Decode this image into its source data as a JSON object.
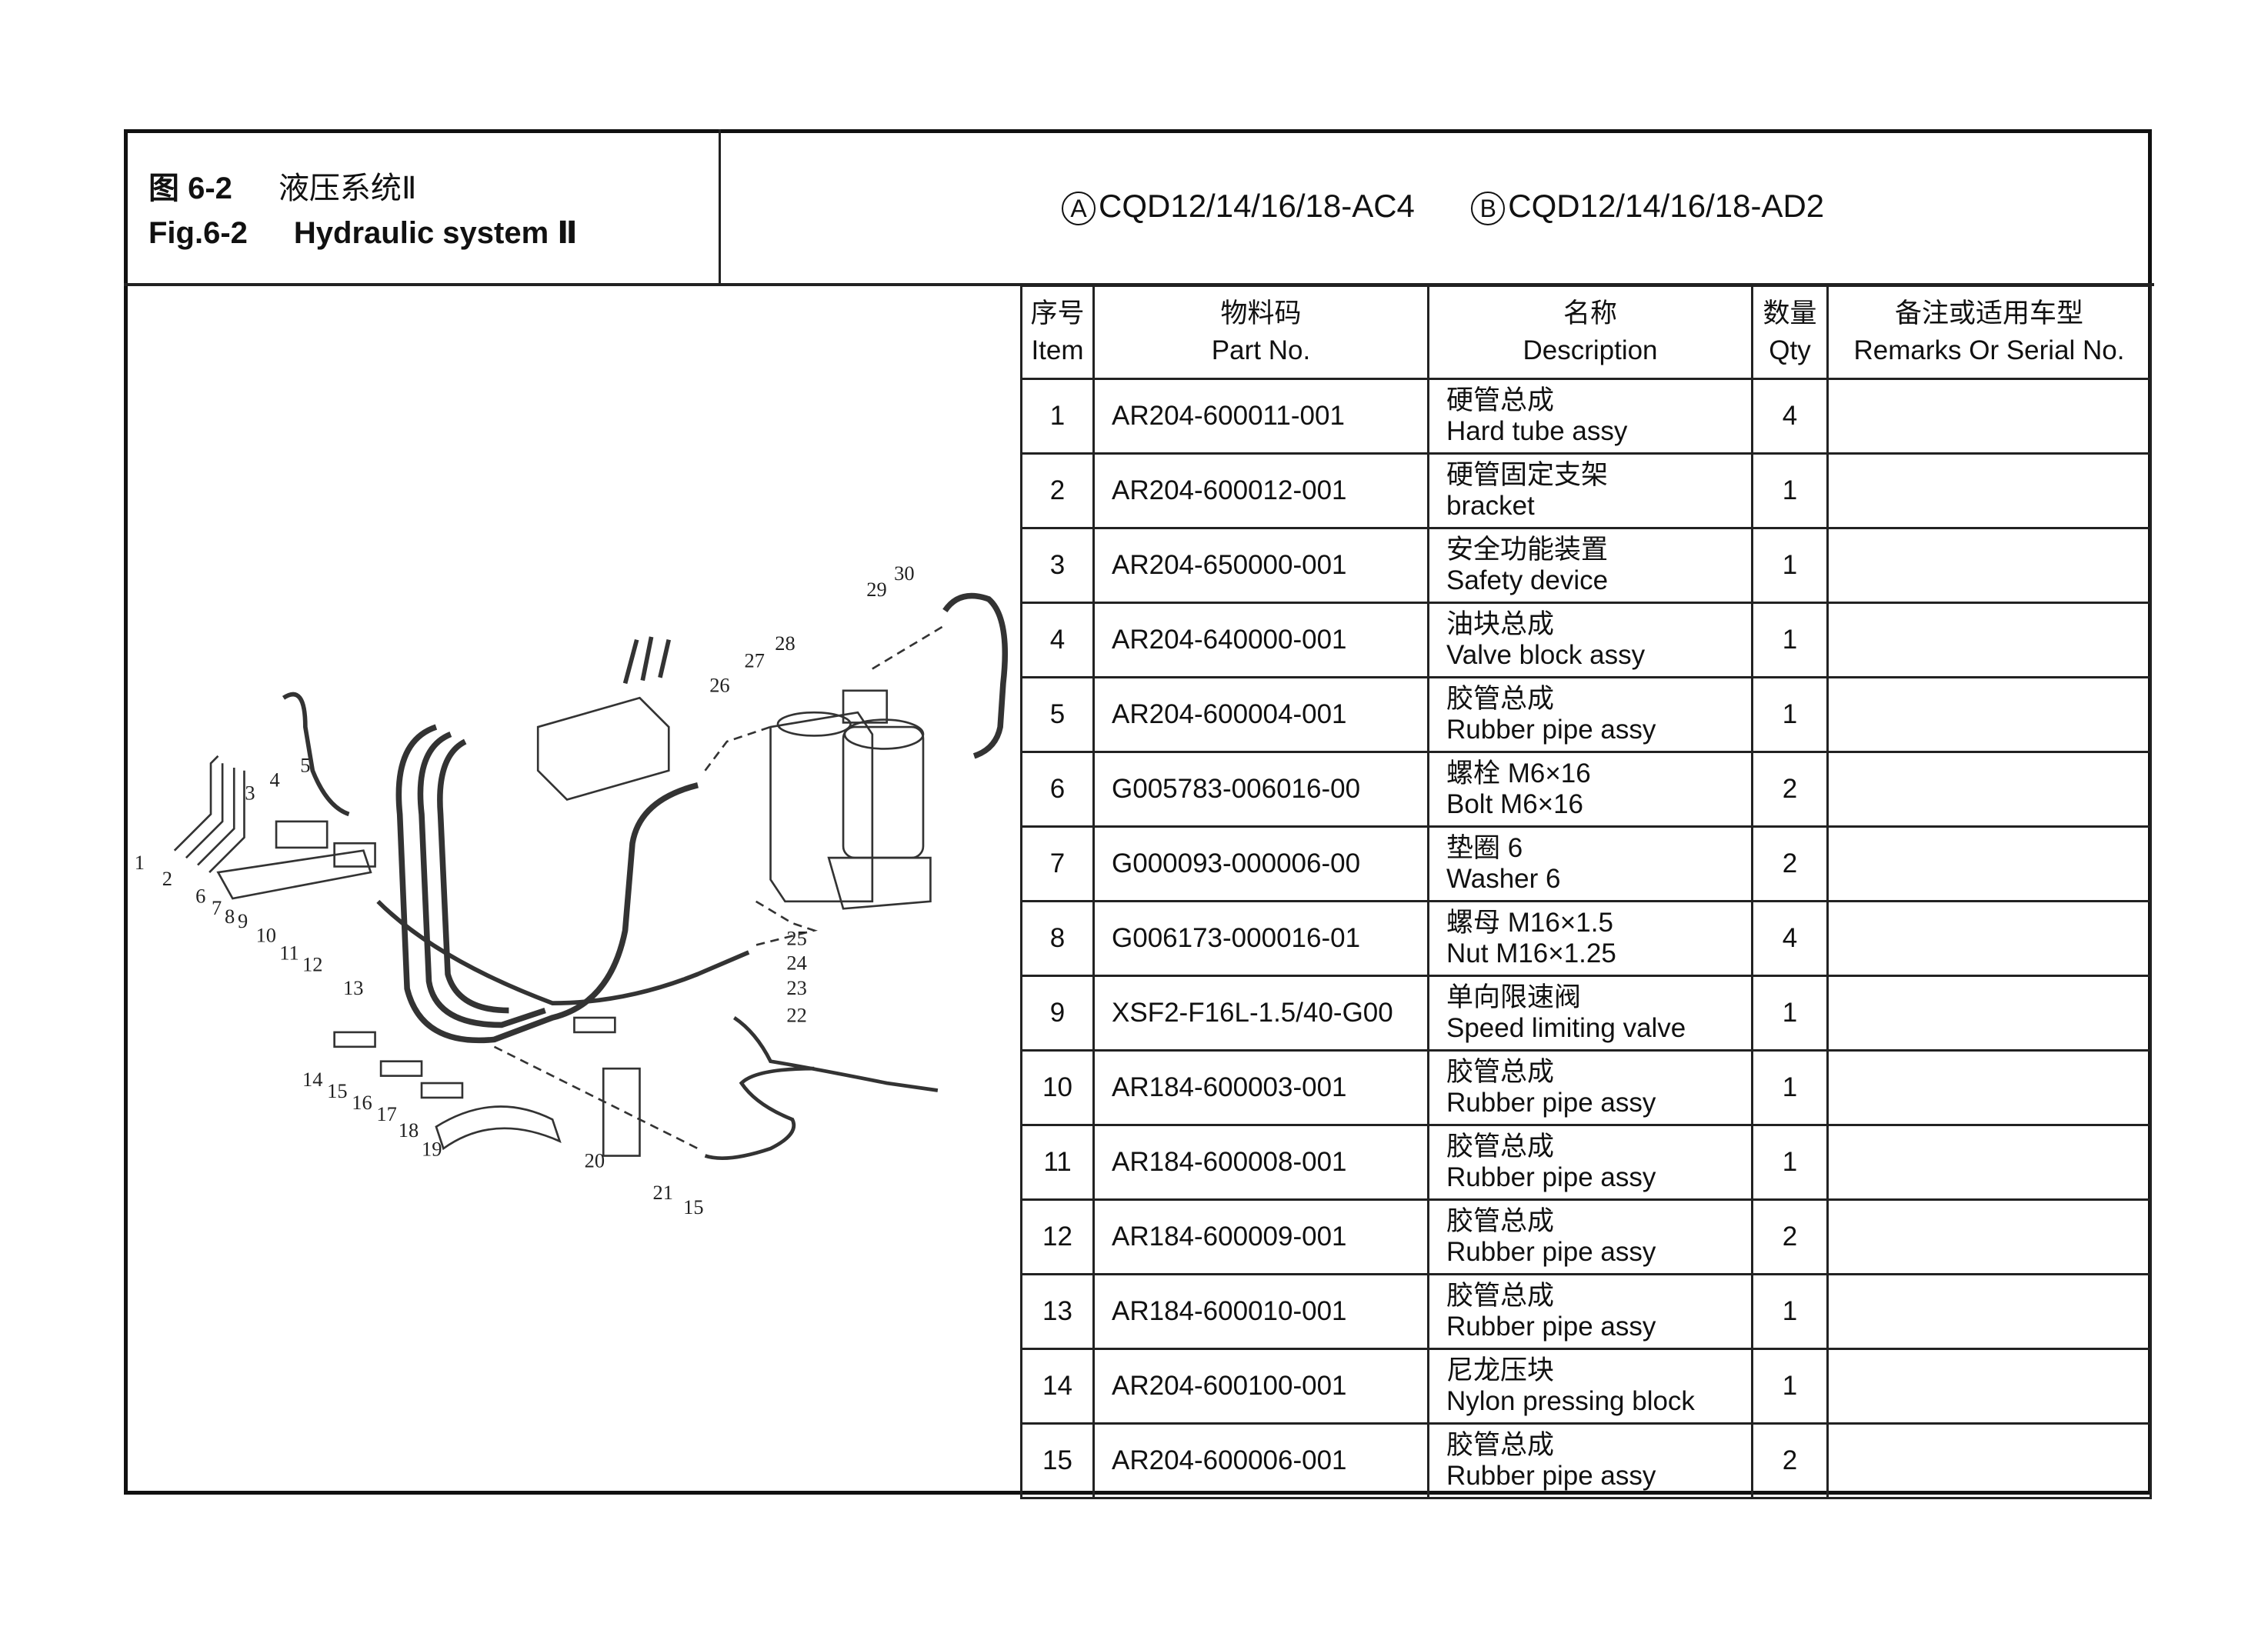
{
  "header": {
    "fig_cn_label": "图 6-2",
    "fig_cn_title": "液压系统Ⅱ",
    "fig_en_label": "Fig.6-2",
    "fig_en_title": "Hydraulic system Ⅱ",
    "models": [
      {
        "mark": "A",
        "name": "CQD12/14/16/18-AC4"
      },
      {
        "mark": "B",
        "name": "CQD12/14/16/18-AD2"
      }
    ]
  },
  "table": {
    "columns": [
      {
        "cn": "序号",
        "en": "Item"
      },
      {
        "cn": "物料码",
        "en": "Part No."
      },
      {
        "cn": "名称",
        "en": "Description"
      },
      {
        "cn": "数量",
        "en": "Qty"
      },
      {
        "cn": "备注或适用车型",
        "en": "Remarks Or Serial No."
      }
    ],
    "rows": [
      {
        "item": "1",
        "part": "AR204-600011-001",
        "cn": "硬管总成",
        "en": "Hard tube assy",
        "qty": "4",
        "remarks": ""
      },
      {
        "item": "2",
        "part": "AR204-600012-001",
        "cn": "硬管固定支架",
        "en": "bracket",
        "qty": "1",
        "remarks": ""
      },
      {
        "item": "3",
        "part": "AR204-650000-001",
        "cn": "安全功能装置",
        "en": "Safety device",
        "qty": "1",
        "remarks": ""
      },
      {
        "item": "4",
        "part": "AR204-640000-001",
        "cn": "油块总成",
        "en": "Valve block assy",
        "qty": "1",
        "remarks": ""
      },
      {
        "item": "5",
        "part": "AR204-600004-001",
        "cn": "胶管总成",
        "en": "Rubber pipe assy",
        "qty": "1",
        "remarks": ""
      },
      {
        "item": "6",
        "part": "G005783-006016-00",
        "cn": "螺栓 M6×16",
        "en": "Bolt M6×16",
        "qty": "2",
        "remarks": ""
      },
      {
        "item": "7",
        "part": "G000093-000006-00",
        "cn": "垫圈 6",
        "en": "Washer 6",
        "qty": "2",
        "remarks": ""
      },
      {
        "item": "8",
        "part": "G006173-000016-01",
        "cn": "螺母 M16×1.5",
        "en": "Nut M16×1.25",
        "qty": "4",
        "remarks": ""
      },
      {
        "item": "9",
        "part": "XSF2-F16L-1.5/40-G00",
        "cn": "单向限速阀",
        "en": "Speed limiting valve",
        "qty": "1",
        "remarks": ""
      },
      {
        "item": "10",
        "part": "AR184-600003-001",
        "cn": "胶管总成",
        "en": "Rubber pipe assy",
        "qty": "1",
        "remarks": ""
      },
      {
        "item": "11",
        "part": "AR184-600008-001",
        "cn": "胶管总成",
        "en": "Rubber pipe assy",
        "qty": "1",
        "remarks": ""
      },
      {
        "item": "12",
        "part": "AR184-600009-001",
        "cn": "胶管总成",
        "en": "Rubber pipe assy",
        "qty": "2",
        "remarks": ""
      },
      {
        "item": "13",
        "part": "AR184-600010-001",
        "cn": "胶管总成",
        "en": "Rubber pipe assy",
        "qty": "1",
        "remarks": ""
      },
      {
        "item": "14",
        "part": "AR204-600100-001",
        "cn": "尼龙压块",
        "en": "Nylon pressing block",
        "qty": "1",
        "remarks": ""
      },
      {
        "item": "15",
        "part": "AR204-600006-001",
        "cn": "胶管总成",
        "en": "Rubber pipe assy",
        "qty": "2",
        "remarks": ""
      }
    ]
  },
  "diagram": {
    "callouts": [
      "1",
      "2",
      "3",
      "4",
      "5",
      "6",
      "7",
      "8",
      "9",
      "10",
      "11",
      "12",
      "13",
      "14",
      "15",
      "16",
      "17",
      "18",
      "19",
      "20",
      "21",
      "15",
      "22",
      "23",
      "24",
      "25",
      "26",
      "27",
      "28",
      "29",
      "30"
    ]
  }
}
